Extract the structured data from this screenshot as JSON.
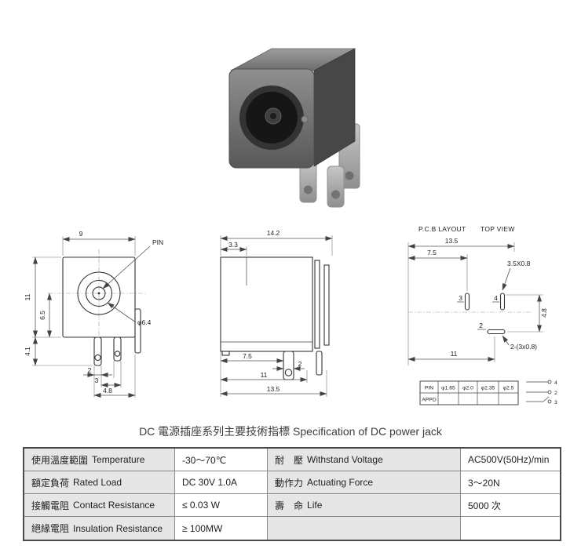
{
  "page": {
    "title": "DC 電源插座系列主要技術指標 Specification of DC power jack"
  },
  "photo": {
    "alt": "DC power jack 3D product view"
  },
  "drawings": {
    "front_view": {
      "dim_width": "9",
      "pin_label": "PIN",
      "dim_height": "11",
      "dim_center": "6.5",
      "dim_pin_len": "4.1",
      "dia_label": "φ6.4",
      "dim_pin_w": "2",
      "dim_pin_gap": "3",
      "dim_pin_span": "4.8"
    },
    "side_view": {
      "dim_depth": "14.2",
      "dim_lip": "3.3",
      "dim_front": "7.5",
      "dim_pin": "2",
      "dim_body": "11",
      "dim_total": "13.5"
    },
    "pcb_layout": {
      "title_left": "P.C.B LAYOUT",
      "title_right": "TOP VIEW",
      "dim_width": "13.5",
      "dim_partial": "7.5",
      "slot_note": "3.5X0.8",
      "pad_3": "3",
      "pad_4": "4",
      "dim_vertical": "4.8",
      "pad_2": "2",
      "slot_note_2": "2-(3x0.8)",
      "dim_pitch": "11",
      "pin_table": {
        "header": [
          "PIN",
          "φ1.65",
          "φ2.0",
          "φ2.35",
          "φ2.5"
        ],
        "row2_label": "APPD"
      },
      "schematic_pins": [
        "4",
        "2",
        "3"
      ]
    }
  },
  "spec_table": {
    "rows": [
      {
        "c1_zh": "使用溫度範圍",
        "c1_en": "Temperature",
        "c2": "-30～70℃",
        "c3_zh": "耐　壓",
        "c3_en": "Withstand Voltage",
        "c4": "AC500V(50Hz)/min"
      },
      {
        "c1_zh": "額定負荷",
        "c1_en": "Rated Load",
        "c2": "DC 30V 1.0A",
        "c3_zh": "動作力",
        "c3_en": "Actuating Force",
        "c4": "3～20N"
      },
      {
        "c1_zh": "接觸電阻",
        "c1_en": "Contact Resistance",
        "c2": "≤ 0.03 W",
        "c3_zh": "壽　命",
        "c3_en": "Life",
        "c4": "5000 次"
      },
      {
        "c1_zh": "絕緣電阻",
        "c1_en": "Insulation Resistance",
        "c2": "≥ 100MW",
        "c3_zh": "",
        "c3_en": "",
        "c4": ""
      }
    ]
  },
  "colors": {
    "label_cell_bg": "#e6e6e6",
    "table_border": "#4a4a4a",
    "drawing_line": "#333333",
    "body_dark_gray": "#4a4a4a",
    "metal_gray": "#b0b0b0"
  }
}
